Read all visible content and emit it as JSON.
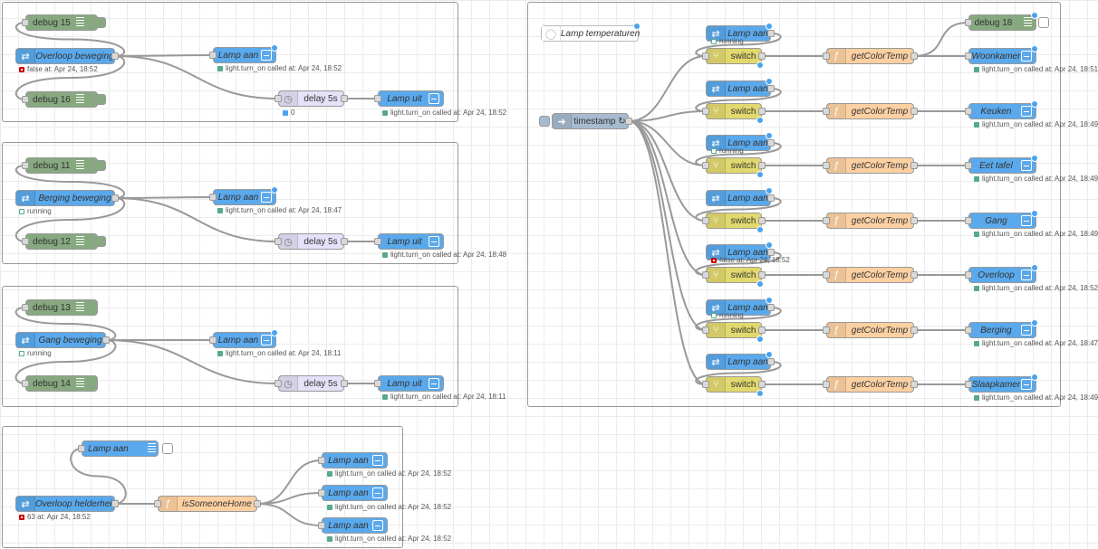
{
  "flow_a": {
    "debug15": "debug 15",
    "trigger": "Overloop beweging",
    "trigger_status": "false at: Apr 24, 18:52",
    "lamp_on": "Lamp aan",
    "lamp_on_status": "light.turn_on called at: Apr 24, 18:52",
    "debug16": "debug 16",
    "delay": "delay 5s",
    "delay_status": "0",
    "lamp_off": "Lamp uit",
    "lamp_off_status": "light.turn_on called at: Apr 24, 18:52"
  },
  "flow_b": {
    "debug11": "debug 11",
    "trigger": "Berging beweging",
    "trigger_status": "running",
    "lamp_on": "Lamp aan",
    "lamp_on_status": "light.turn_on called at: Apr 24, 18:47",
    "debug12": "debug 12",
    "delay": "delay 5s",
    "lamp_off": "Lamp uit",
    "lamp_off_status": "light.turn_on called at: Apr 24, 18:48"
  },
  "flow_c": {
    "debug13": "debug 13",
    "trigger": "Gang beweging",
    "trigger_status": "running",
    "lamp_on": "Lamp aan",
    "lamp_on_status": "light.turn_on called at: Apr 24, 18:11",
    "debug14": "debug 14",
    "delay": "delay 5s",
    "lamp_off": "Lamp uit",
    "lamp_off_status": "light.turn_on called at: Apr 24, 18:11"
  },
  "flow_d": {
    "lamp_top": "Lamp aan",
    "trigger": "Overloop helderheid",
    "trigger_status": "63 at: Apr 24, 18:52",
    "function": "isSomeoneHome",
    "lamp1": "Lamp aan",
    "lamp1_status": "light.turn_on called at: Apr 24, 18:52",
    "lamp2": "Lamp aan",
    "lamp2_status": "light.turn_on called at: Apr 24, 18:52",
    "lamp3": "Lamp aan",
    "lamp3_status": "light.turn_on called at: Apr 24, 18:52"
  },
  "flow_e": {
    "comment": "Lamp temperaturen",
    "inject": "timestamp ↻",
    "debug18": "debug 18",
    "rows": [
      {
        "lamp": "Lamp aan",
        "lamp_status": "running",
        "switch": "switch",
        "function": "getColorTemp",
        "target": "Woonkamer",
        "target_status": "light.turn_on called at: Apr 24, 18:51"
      },
      {
        "lamp": "Lamp aan",
        "lamp_status": "",
        "switch": "switch",
        "function": "getColorTemp",
        "target": "Keuken",
        "target_status": "light.turn_on called at: Apr 24, 18:49"
      },
      {
        "lamp": "Lamp aan",
        "lamp_status": "running",
        "switch": "switch",
        "function": "getColorTemp",
        "target": "Eet tafel",
        "target_status": "light.turn_on called at: Apr 24, 18:49"
      },
      {
        "lamp": "Lamp aan",
        "lamp_status": "",
        "switch": "switch",
        "function": "getColorTemp",
        "target": "Gang",
        "target_status": "light.turn_on called at: Apr 24, 18:49"
      },
      {
        "lamp": "Lamp aan",
        "lamp_status": "false at: Apr 24, 18:52",
        "switch": "switch",
        "function": "getColorTemp",
        "target": "Overloop",
        "target_status": "light.turn_on called at: Apr 24, 18:52"
      },
      {
        "lamp": "Lamp aan",
        "lamp_status": "running",
        "switch": "switch",
        "function": "getColorTemp",
        "target": "Berging",
        "target_status": "light.turn_on called at: Apr 24, 18:47"
      },
      {
        "lamp": "Lamp aan",
        "lamp_status": "",
        "switch": "switch",
        "function": "getColorTemp",
        "target": "Slaapkamer",
        "target_status": "light.turn_on called at: Apr 24, 18:49"
      }
    ]
  },
  "colors": {
    "wire": "#999999",
    "ha_node": "#5aa9ec",
    "debug_node": "#87a980",
    "function_node": "#fdd0a2",
    "switch_node": "#e2d96e",
    "delay_node": "#e6e0f8",
    "inject_node": "#a6bbcf",
    "status_green": "#55aa88",
    "status_red": "#cc0000"
  }
}
